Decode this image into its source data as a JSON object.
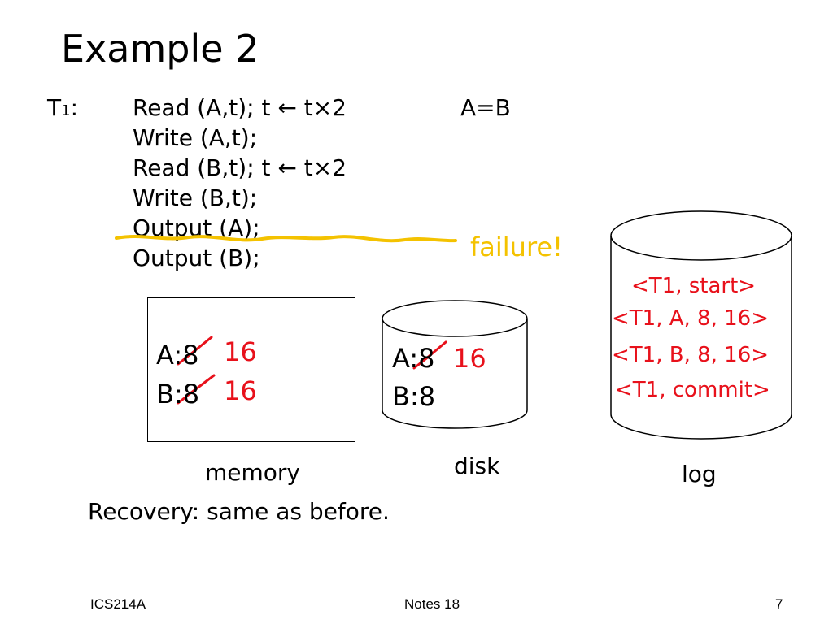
{
  "slide": {
    "title": "Example 2",
    "transaction": {
      "label_main": "T",
      "label_sub": "1",
      "label_colon": ":",
      "ops": [
        "Read (A,t);  t ← t×2",
        "Write (A,t);",
        "Read (B,t);  t ← t×2",
        "Write (B,t);",
        "Output (A);",
        "Output (B);"
      ],
      "constraint": "A=B"
    },
    "failure_label": "failure!",
    "memory": {
      "a_label": "A:",
      "a_old": "8",
      "a_new": "16",
      "b_label": "B:",
      "b_old": "8",
      "b_new": "16",
      "caption": "memory"
    },
    "disk": {
      "a_label": "A:",
      "a_old": "8",
      "a_new": "16",
      "b_value": "B:8",
      "caption": "disk"
    },
    "log": {
      "entries": [
        "<T1, start>",
        "<T1, A, 8, 16>",
        "<T1, B, 8, 16>",
        "<T1, commit>"
      ],
      "caption": "log"
    },
    "recovery_note": "Recovery: same as before.",
    "footer": {
      "course": "ICS214A",
      "notes": "Notes 18",
      "page": "7"
    },
    "colors": {
      "annotation_red": "#e8111b",
      "failure_yellow": "#f4c200",
      "text": "#000000"
    }
  }
}
